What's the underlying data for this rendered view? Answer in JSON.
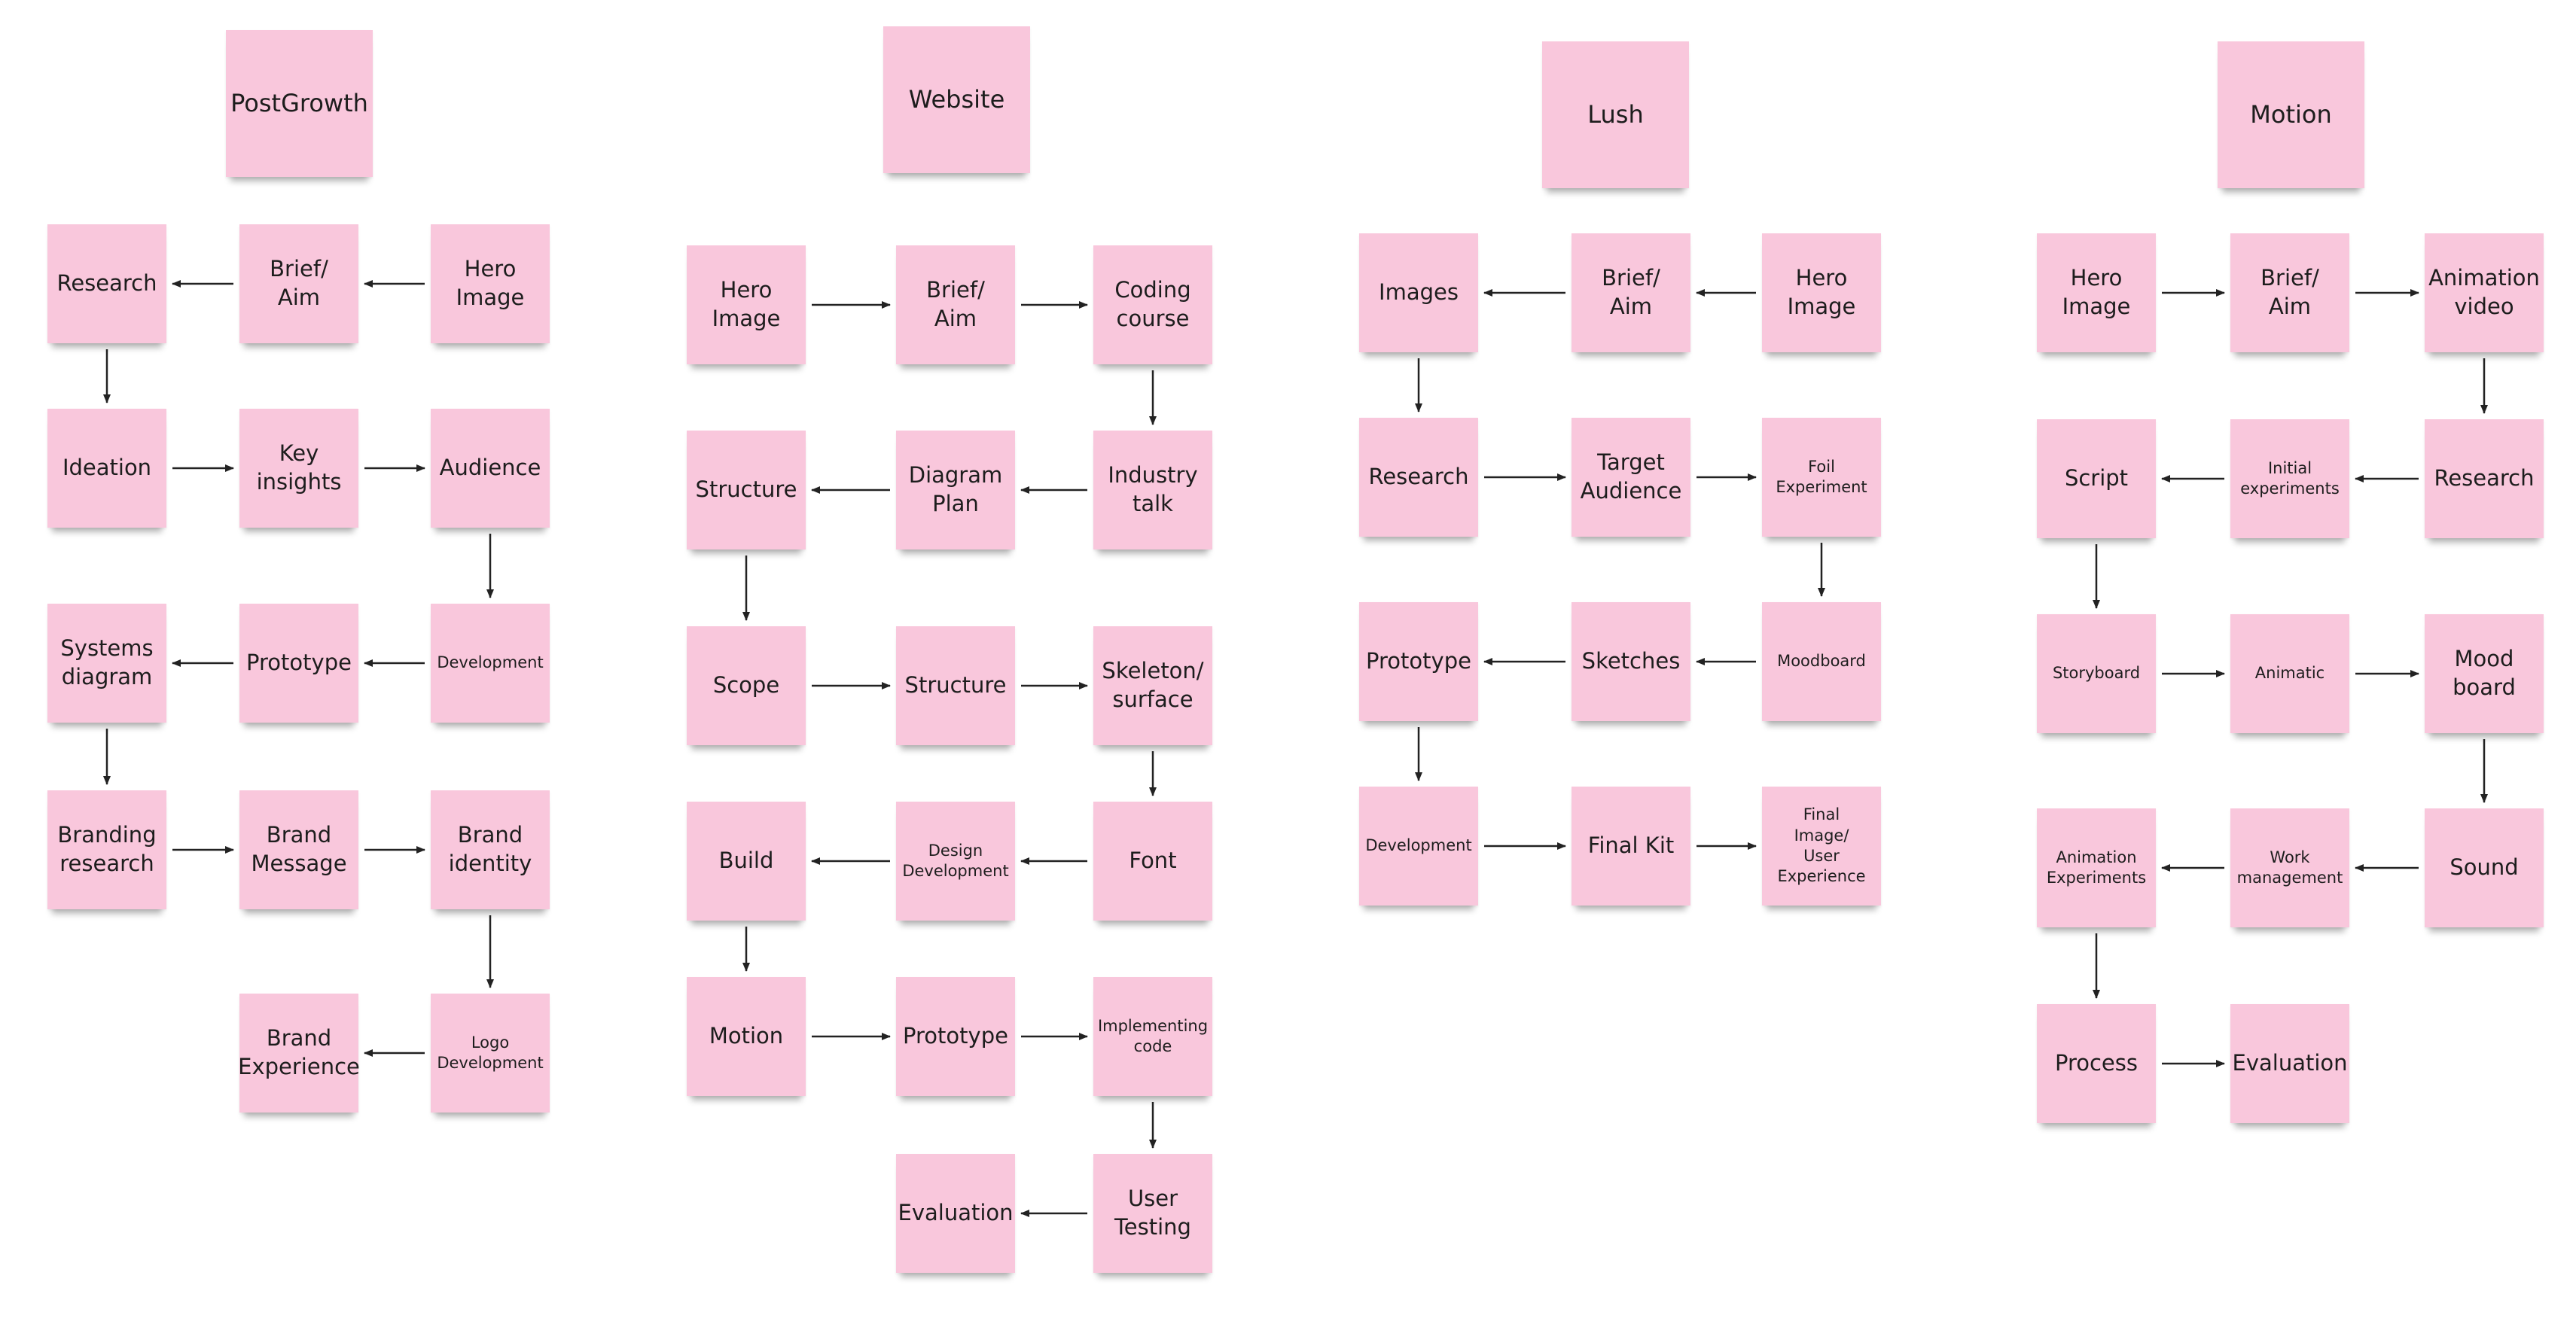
{
  "colors": {
    "note": "#f9c7dc",
    "arrow": "#222222",
    "background": "#ffffff"
  },
  "notes": [
    {
      "id": "pg-title",
      "text": "PostGrowth",
      "size": "title"
    },
    {
      "id": "pg-research",
      "text": "Research",
      "size": "normal"
    },
    {
      "id": "pg-brief",
      "text": "Brief/\nAim",
      "size": "normal"
    },
    {
      "id": "pg-hero",
      "text": "Hero\nImage",
      "size": "normal"
    },
    {
      "id": "pg-ideation",
      "text": "Ideation",
      "size": "normal"
    },
    {
      "id": "pg-key",
      "text": "Key\ninsights",
      "size": "normal"
    },
    {
      "id": "pg-audience",
      "text": "Audience",
      "size": "normal"
    },
    {
      "id": "pg-systems",
      "text": "Systems\ndiagram",
      "size": "normal"
    },
    {
      "id": "pg-prototype",
      "text": "Prototype",
      "size": "normal"
    },
    {
      "id": "pg-development",
      "text": "Development",
      "size": "small"
    },
    {
      "id": "pg-branding-research",
      "text": "Branding\nresearch",
      "size": "normal"
    },
    {
      "id": "pg-brand-message",
      "text": "Brand\nMessage",
      "size": "normal"
    },
    {
      "id": "pg-brand-identity",
      "text": "Brand\nidentity",
      "size": "normal"
    },
    {
      "id": "pg-brand-experience",
      "text": "Brand\nExperience",
      "size": "normal"
    },
    {
      "id": "pg-logo",
      "text": "Logo\nDevelopment",
      "size": "small"
    },
    {
      "id": "web-title",
      "text": "Website",
      "size": "title"
    },
    {
      "id": "web-hero",
      "text": "Hero\nImage",
      "size": "normal"
    },
    {
      "id": "web-brief",
      "text": "Brief/\nAim",
      "size": "normal"
    },
    {
      "id": "web-coding",
      "text": "Coding\ncourse",
      "size": "normal"
    },
    {
      "id": "web-structure1",
      "text": "Structure",
      "size": "normal"
    },
    {
      "id": "web-diagram",
      "text": "Diagram\nPlan",
      "size": "normal"
    },
    {
      "id": "web-industry",
      "text": "Industry\ntalk",
      "size": "normal"
    },
    {
      "id": "web-scope",
      "text": "Scope",
      "size": "normal"
    },
    {
      "id": "web-structure2",
      "text": "Structure",
      "size": "normal"
    },
    {
      "id": "web-skeleton",
      "text": "Skeleton/\nsurface",
      "size": "normal"
    },
    {
      "id": "web-build",
      "text": "Build",
      "size": "normal"
    },
    {
      "id": "web-design",
      "text": "Design\nDevelopment",
      "size": "small"
    },
    {
      "id": "web-font",
      "text": "Font",
      "size": "normal"
    },
    {
      "id": "web-motion",
      "text": "Motion",
      "size": "normal"
    },
    {
      "id": "web-prototype",
      "text": "Prototype",
      "size": "normal"
    },
    {
      "id": "web-implementing",
      "text": "Implementing\ncode",
      "size": "small"
    },
    {
      "id": "web-evaluation",
      "text": "Evaluation",
      "size": "normal"
    },
    {
      "id": "web-user-testing",
      "text": "User\nTesting",
      "size": "normal"
    },
    {
      "id": "lush-title",
      "text": "Lush",
      "size": "title"
    },
    {
      "id": "lush-images",
      "text": "Images",
      "size": "normal"
    },
    {
      "id": "lush-brief",
      "text": "Brief/\nAim",
      "size": "normal"
    },
    {
      "id": "lush-hero",
      "text": "Hero\nImage",
      "size": "normal"
    },
    {
      "id": "lush-research",
      "text": "Research",
      "size": "normal"
    },
    {
      "id": "lush-target",
      "text": "Target\nAudience",
      "size": "normal"
    },
    {
      "id": "lush-foil",
      "text": "Foil\nExperiment",
      "size": "small"
    },
    {
      "id": "lush-prototype",
      "text": "Prototype",
      "size": "normal"
    },
    {
      "id": "lush-sketches",
      "text": "Sketches",
      "size": "normal"
    },
    {
      "id": "lush-moodboard",
      "text": "Moodboard",
      "size": "small"
    },
    {
      "id": "lush-development",
      "text": "Development",
      "size": "small"
    },
    {
      "id": "lush-final-kit",
      "text": "Final Kit",
      "size": "normal"
    },
    {
      "id": "lush-final-image",
      "text": "Final\nImage/\nUser\nExperience",
      "size": "small"
    },
    {
      "id": "mo-title",
      "text": "Motion",
      "size": "title"
    },
    {
      "id": "mo-hero",
      "text": "Hero\nImage",
      "size": "normal"
    },
    {
      "id": "mo-brief",
      "text": "Brief/\nAim",
      "size": "normal"
    },
    {
      "id": "mo-animation-video",
      "text": "Animation\nvideo",
      "size": "normal"
    },
    {
      "id": "mo-script",
      "text": "Script",
      "size": "normal"
    },
    {
      "id": "mo-initial",
      "text": "Initial\nexperiments",
      "size": "small"
    },
    {
      "id": "mo-research",
      "text": "Research",
      "size": "normal"
    },
    {
      "id": "mo-storyboard",
      "text": "Storyboard",
      "size": "small"
    },
    {
      "id": "mo-animatic",
      "text": "Animatic",
      "size": "small"
    },
    {
      "id": "mo-mood-board",
      "text": "Mood\nboard",
      "size": "normal"
    },
    {
      "id": "mo-animation-exp",
      "text": "Animation\nExperiments",
      "size": "small"
    },
    {
      "id": "mo-work",
      "text": "Work\nmanagement",
      "size": "small"
    },
    {
      "id": "mo-sound",
      "text": "Sound",
      "size": "normal"
    },
    {
      "id": "mo-process",
      "text": "Process",
      "size": "normal"
    },
    {
      "id": "mo-evaluation",
      "text": "Evaluation",
      "size": "normal"
    }
  ],
  "arrows": [
    {
      "from": "pg-brief",
      "to": "pg-research"
    },
    {
      "from": "pg-hero",
      "to": "pg-brief"
    },
    {
      "from": "pg-research",
      "to": "pg-ideation"
    },
    {
      "from": "pg-ideation",
      "to": "pg-key"
    },
    {
      "from": "pg-key",
      "to": "pg-audience"
    },
    {
      "from": "pg-audience",
      "to": "pg-development"
    },
    {
      "from": "pg-development",
      "to": "pg-prototype"
    },
    {
      "from": "pg-prototype",
      "to": "pg-systems"
    },
    {
      "from": "pg-systems",
      "to": "pg-branding-research"
    },
    {
      "from": "pg-branding-research",
      "to": "pg-brand-message"
    },
    {
      "from": "pg-brand-message",
      "to": "pg-brand-identity"
    },
    {
      "from": "pg-brand-identity",
      "to": "pg-logo"
    },
    {
      "from": "pg-logo",
      "to": "pg-brand-experience"
    },
    {
      "from": "web-hero",
      "to": "web-brief"
    },
    {
      "from": "web-brief",
      "to": "web-coding"
    },
    {
      "from": "web-coding",
      "to": "web-industry"
    },
    {
      "from": "web-industry",
      "to": "web-diagram"
    },
    {
      "from": "web-diagram",
      "to": "web-structure1"
    },
    {
      "from": "web-structure1",
      "to": "web-scope"
    },
    {
      "from": "web-scope",
      "to": "web-structure2"
    },
    {
      "from": "web-structure2",
      "to": "web-skeleton"
    },
    {
      "from": "web-skeleton",
      "to": "web-font"
    },
    {
      "from": "web-font",
      "to": "web-design"
    },
    {
      "from": "web-design",
      "to": "web-build"
    },
    {
      "from": "web-build",
      "to": "web-motion"
    },
    {
      "from": "web-motion",
      "to": "web-prototype"
    },
    {
      "from": "web-prototype",
      "to": "web-implementing"
    },
    {
      "from": "web-implementing",
      "to": "web-user-testing"
    },
    {
      "from": "web-user-testing",
      "to": "web-evaluation"
    },
    {
      "from": "lush-brief",
      "to": "lush-images"
    },
    {
      "from": "lush-hero",
      "to": "lush-brief"
    },
    {
      "from": "lush-images",
      "to": "lush-research"
    },
    {
      "from": "lush-research",
      "to": "lush-target"
    },
    {
      "from": "lush-target",
      "to": "lush-foil"
    },
    {
      "from": "lush-foil",
      "to": "lush-moodboard"
    },
    {
      "from": "lush-moodboard",
      "to": "lush-sketches"
    },
    {
      "from": "lush-sketches",
      "to": "lush-prototype"
    },
    {
      "from": "lush-prototype",
      "to": "lush-development"
    },
    {
      "from": "lush-development",
      "to": "lush-final-kit"
    },
    {
      "from": "lush-final-kit",
      "to": "lush-final-image"
    },
    {
      "from": "mo-hero",
      "to": "mo-brief"
    },
    {
      "from": "mo-brief",
      "to": "mo-animation-video"
    },
    {
      "from": "mo-animation-video",
      "to": "mo-research"
    },
    {
      "from": "mo-research",
      "to": "mo-initial"
    },
    {
      "from": "mo-initial",
      "to": "mo-script"
    },
    {
      "from": "mo-script",
      "to": "mo-storyboard"
    },
    {
      "from": "mo-storyboard",
      "to": "mo-animatic"
    },
    {
      "from": "mo-animatic",
      "to": "mo-mood-board"
    },
    {
      "from": "mo-mood-board",
      "to": "mo-sound"
    },
    {
      "from": "mo-sound",
      "to": "mo-work"
    },
    {
      "from": "mo-work",
      "to": "mo-animation-exp"
    },
    {
      "from": "mo-animation-exp",
      "to": "mo-process"
    },
    {
      "from": "mo-process",
      "to": "mo-evaluation"
    }
  ]
}
